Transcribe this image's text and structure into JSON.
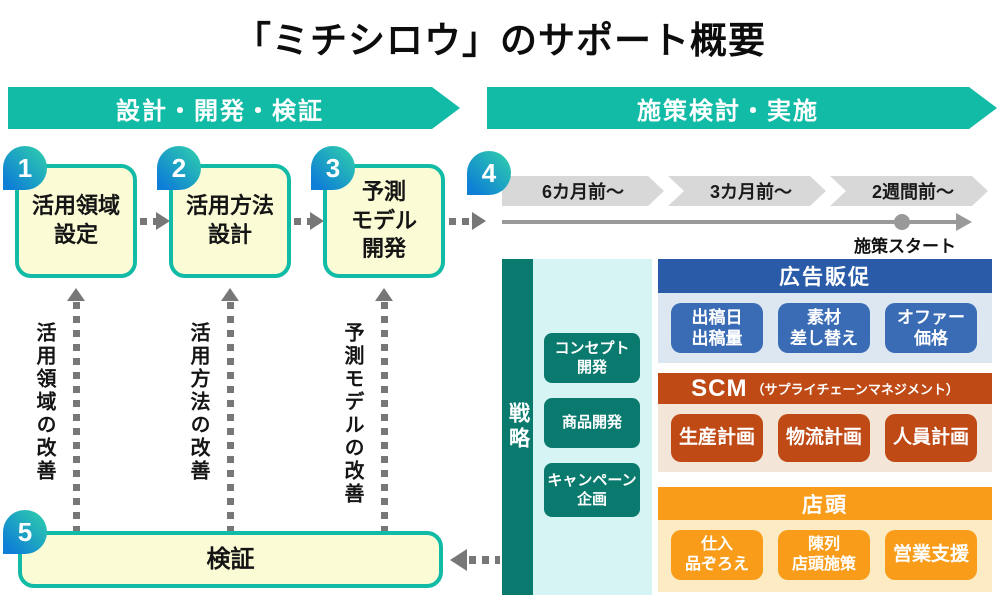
{
  "title": "「ミチシロウ」のサポート概要",
  "phases": {
    "design": "設計・開発・検証",
    "implement": "施策検討・実施"
  },
  "steps": [
    {
      "num": "1",
      "label": "活用領域\n設定"
    },
    {
      "num": "2",
      "label": "活用方法\n設計"
    },
    {
      "num": "3",
      "label": "予測\nモデル\n開発"
    },
    {
      "num": "4",
      "label": ""
    },
    {
      "num": "5",
      "label": "検証"
    }
  ],
  "improvements": [
    "活用領域の改善",
    "活用方法の改善",
    "予測モデルの改善"
  ],
  "timeline": {
    "phases": [
      "6カ月前〜",
      "3カ月前〜",
      "2週間前〜"
    ],
    "start_label": "施策スタート"
  },
  "strategy": {
    "label": "戦略",
    "items": [
      "コンセプト\n開発",
      "商品開発",
      "キャンペーン\n企画"
    ]
  },
  "sections": {
    "ad": {
      "title": "広告販促",
      "items": [
        "出稿日\n出稿量",
        "素材\n差し替え",
        "オファー\n価格"
      ]
    },
    "scm": {
      "title": "SCM",
      "subtitle": "（サプライチェーンマネジメント）",
      "items": [
        "生産計画",
        "物流計画",
        "人員計画"
      ]
    },
    "store": {
      "title": "店頭",
      "items": [
        "仕入\n品ぞろえ",
        "陳列\n店頭施策",
        "営業支援"
      ]
    }
  },
  "colors": {
    "teal": "#12bba6",
    "dark_teal": "#0a7a6f",
    "light_cyan": "#d6f4f4",
    "cream_box": "#fbfbd6",
    "badge_gradient_top": "#2cc7b0",
    "badge_gradient_bottom": "#0e7fd6",
    "blue_header": "#2a5ba8",
    "blue_box": "#3a6cb5",
    "blue_bg": "#dde7f2",
    "rust": "#bf4a16",
    "rust_bg": "#f3e5d7",
    "orange": "#f89c1a",
    "orange_bg": "#fdebc3",
    "arrow_gray": "#777777",
    "chevron_gray": "#d8d8d8"
  }
}
